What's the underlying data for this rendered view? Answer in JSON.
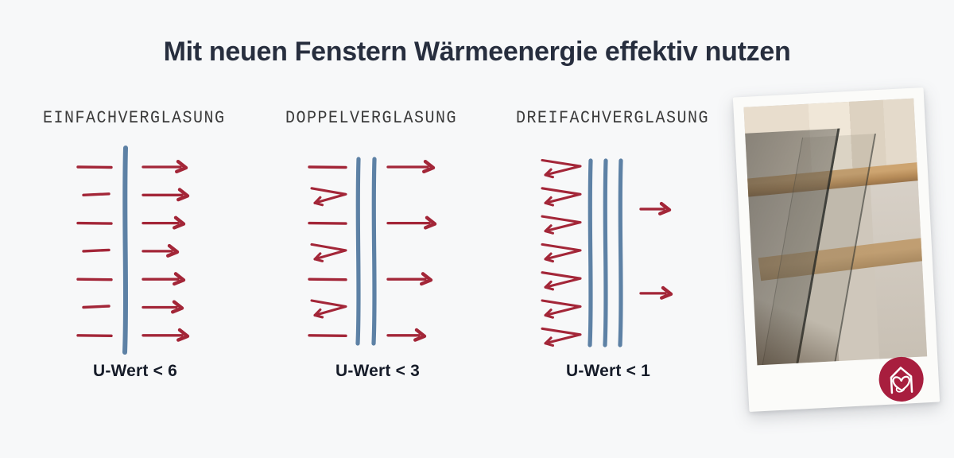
{
  "title": "Mit neuen Fenstern Wärmeenergie effektiv nutzen",
  "colors": {
    "background": "#f7f8f9",
    "title_text": "#272e3e",
    "arrow_red": "#a32638",
    "pane_blue": "#5d81a5",
    "badge_red": "#a81e3e",
    "panel_title_text": "#3b3b3b",
    "u_value_text": "#161c29"
  },
  "panels": [
    {
      "title": "EINFACHVERGLASUNG",
      "u_value_label": "U-Wert < 6",
      "panes": 1,
      "left_flows": [
        "in",
        "in",
        "in",
        "in",
        "in",
        "in",
        "in"
      ],
      "right_flow_rows": [
        0,
        1,
        2,
        3,
        4,
        5,
        6
      ]
    },
    {
      "title": "DOPPELVERGLASUNG",
      "u_value_label": "U-Wert < 3",
      "panes": 2,
      "left_flows": [
        "in",
        "bounce",
        "in",
        "bounce",
        "in",
        "bounce",
        "in"
      ],
      "right_flow_rows": [
        0,
        2,
        4,
        6
      ]
    },
    {
      "title": "DREIFACHVERGLASUNG",
      "u_value_label": "U-Wert < 1",
      "panes": 3,
      "left_flows": [
        "bounce",
        "bounce",
        "bounce",
        "bounce",
        "bounce",
        "bounce",
        "bounce"
      ],
      "right_flow_rows": [
        1.5,
        4.5
      ]
    }
  ],
  "photo": {
    "subject": "glass-panes-leaning-against-wall",
    "badge_icon": "house-with-heart-icon"
  }
}
